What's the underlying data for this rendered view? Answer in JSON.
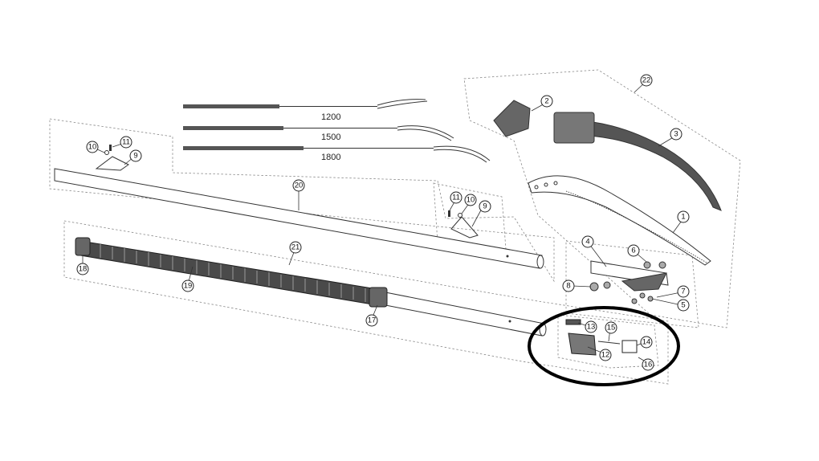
{
  "colors": {
    "background": "#ffffff",
    "line": "#333333",
    "grip_dark": "#555555",
    "highlight_ring": "#000000"
  },
  "pole_lengths": [
    {
      "label": "1200"
    },
    {
      "label": "1500"
    },
    {
      "label": "1800"
    }
  ],
  "callouts": [
    {
      "label": "1"
    },
    {
      "label": "2"
    },
    {
      "label": "3"
    },
    {
      "label": "4"
    },
    {
      "label": "5"
    },
    {
      "label": "6"
    },
    {
      "label": "7"
    },
    {
      "label": "8"
    },
    {
      "label": "9"
    },
    {
      "label": "10"
    },
    {
      "label": "11"
    },
    {
      "label": "9"
    },
    {
      "label": "10"
    },
    {
      "label": "11"
    },
    {
      "label": "12"
    },
    {
      "label": "13"
    },
    {
      "label": "14"
    },
    {
      "label": "15"
    },
    {
      "label": "16"
    },
    {
      "label": "17"
    },
    {
      "label": "18"
    },
    {
      "label": "19"
    },
    {
      "label": "20"
    },
    {
      "label": "21"
    },
    {
      "label": "22"
    }
  ]
}
